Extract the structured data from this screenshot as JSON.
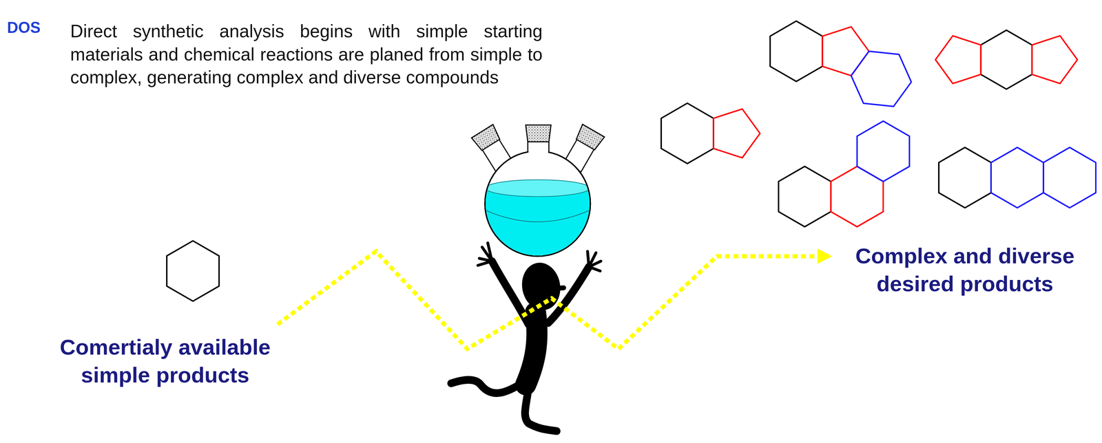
{
  "diagram": {
    "labels": [
      "DOS",
      "Direct synthetic analysis begins with simple starting materials and chemical reactions are planed from simple to complex, generating complex and diverse compounds",
      "Comertialy available simple products",
      "Complex and diverse desired products"
    ]
  }
}
